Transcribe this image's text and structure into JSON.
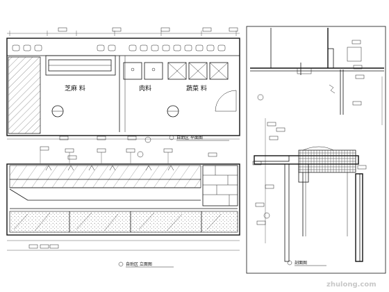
{
  "plan": {
    "label_left": "芝麻 料",
    "label_mid": "肉料",
    "label_right": "蔬菜 料",
    "caption": "自助区 平面图"
  },
  "elevation": {
    "caption": "自助区 立面图"
  },
  "section": {
    "caption": "剖面图"
  },
  "watermark": "zhulong.com"
}
